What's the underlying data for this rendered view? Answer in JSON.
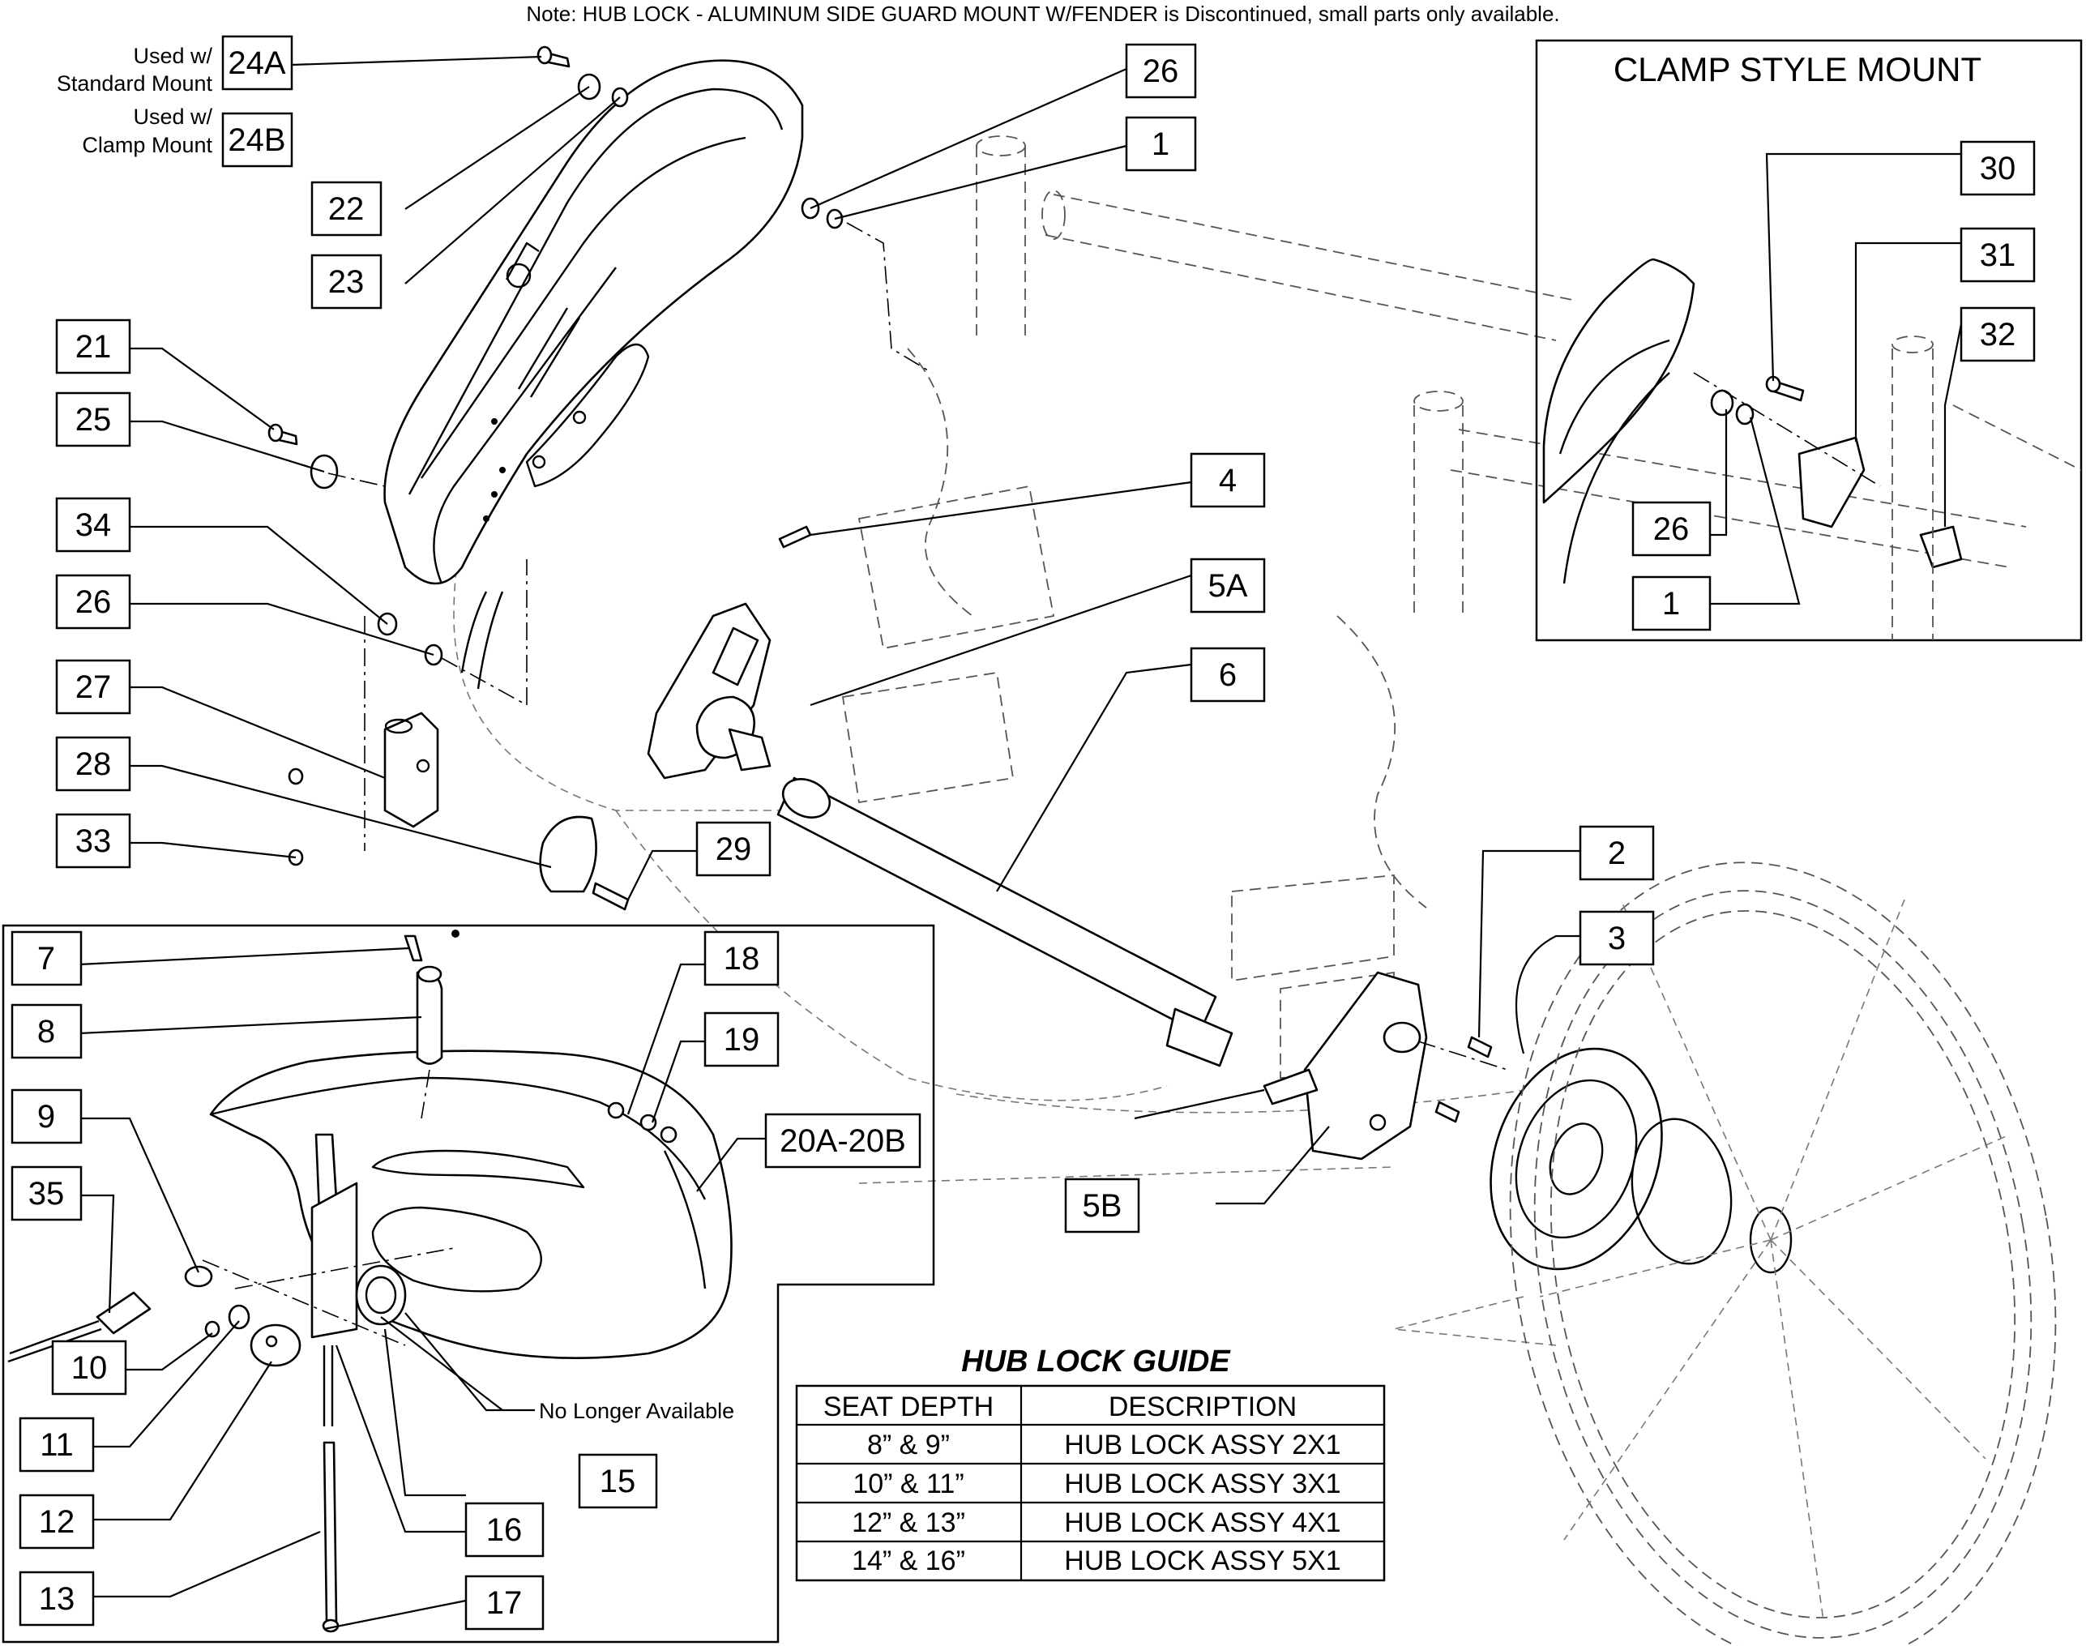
{
  "note": "Note: HUB LOCK - ALUMINUM SIDE GUARD MOUNT W/FENDER is Discontinued, small parts only available.",
  "variant_labels": {
    "standard_line1": "Used w/",
    "standard_line2": "Standard Mount",
    "clamp_line1": "Used w/",
    "clamp_line2": "Clamp Mount"
  },
  "callouts": {
    "c1": "1",
    "c2": "2",
    "c3": "3",
    "c4": "4",
    "c5a": "5A",
    "c5b": "5B",
    "c6": "6",
    "c7": "7",
    "c8": "8",
    "c9": "9",
    "c10": "10",
    "c11": "11",
    "c12": "12",
    "c13": "13",
    "c15": "15",
    "c16": "16",
    "c17": "17",
    "c18": "18",
    "c19": "19",
    "c20": "20A-20B",
    "c21": "21",
    "c22": "22",
    "c23": "23",
    "c24a": "24A",
    "c24b": "24B",
    "c25": "25",
    "c26": "26",
    "c27": "27",
    "c28": "28",
    "c29": "29",
    "c33": "33",
    "c34": "34",
    "c35": "35",
    "i30": "30",
    "i31": "31",
    "i32": "32",
    "i26": "26",
    "i1": "1"
  },
  "clamp_inset": {
    "title": "CLAMP STYLE  MOUNT"
  },
  "no_longer_available": "No Longer Available",
  "hub_lock_guide": {
    "title": "HUB LOCK GUIDE",
    "headers": [
      "SEAT DEPTH",
      "DESCRIPTION"
    ],
    "rows": [
      [
        "8” & 9”",
        "HUB LOCK ASSY 2X1"
      ],
      [
        "10” & 11”",
        "HUB LOCK ASSY 3X1"
      ],
      [
        "12” & 13”",
        "HUB LOCK ASSY 4X1"
      ],
      [
        "14” & 16”",
        "HUB LOCK ASSY 5X1"
      ]
    ]
  }
}
